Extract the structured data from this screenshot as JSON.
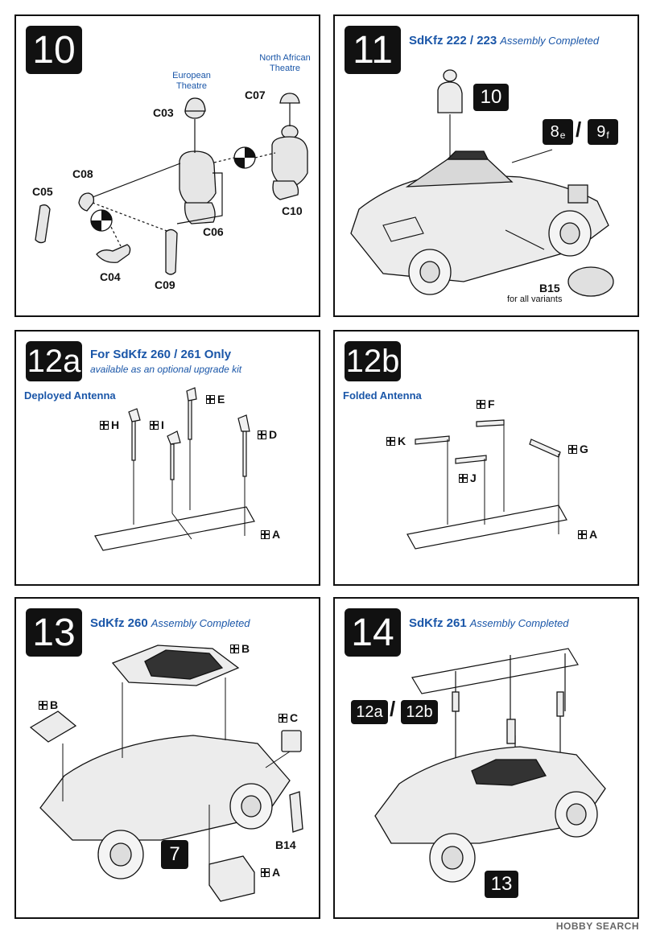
{
  "steps": {
    "s10": {
      "number": "10",
      "labels": {
        "c03": "C03",
        "c07": "C07",
        "c08": "C08",
        "c05": "C05",
        "c06": "C06",
        "c10": "C10",
        "c04": "C04",
        "c09": "C09"
      },
      "european": "European Theatre",
      "north_african": "North African Theatre"
    },
    "s11": {
      "number": "11",
      "title": "SdKfz 222 / 223",
      "subtitle": "Assembly Completed",
      "ref_step": "10",
      "ref_a": "8",
      "ref_a_sub": "e",
      "ref_b": "9",
      "ref_b_sub": "f",
      "part": "B15",
      "part_note": "for all variants"
    },
    "s12a": {
      "number": "12a",
      "title": "For SdKfz 260 / 261 Only",
      "note": "available as an optional upgrade kit",
      "heading": "Deployed Antenna",
      "parts": {
        "h": "H",
        "i": "I",
        "e": "E",
        "d": "D",
        "a": "A"
      }
    },
    "s12b": {
      "number": "12b",
      "heading": "Folded Antenna",
      "parts": {
        "f": "F",
        "k": "K",
        "j": "J",
        "g": "G",
        "a": "A"
      }
    },
    "s13": {
      "number": "13",
      "title": "SdKfz 260",
      "subtitle": "Assembly Completed",
      "parts": {
        "b_top": "B",
        "b_left": "B",
        "c": "C",
        "b14": "B14",
        "a": "A"
      },
      "ref_step": "7"
    },
    "s14": {
      "number": "14",
      "title": "SdKfz 261",
      "subtitle": "Assembly Completed",
      "ref_a": "12a",
      "ref_b": "12b",
      "ref_step": "13"
    }
  },
  "watermark": "HOBBY SEARCH"
}
